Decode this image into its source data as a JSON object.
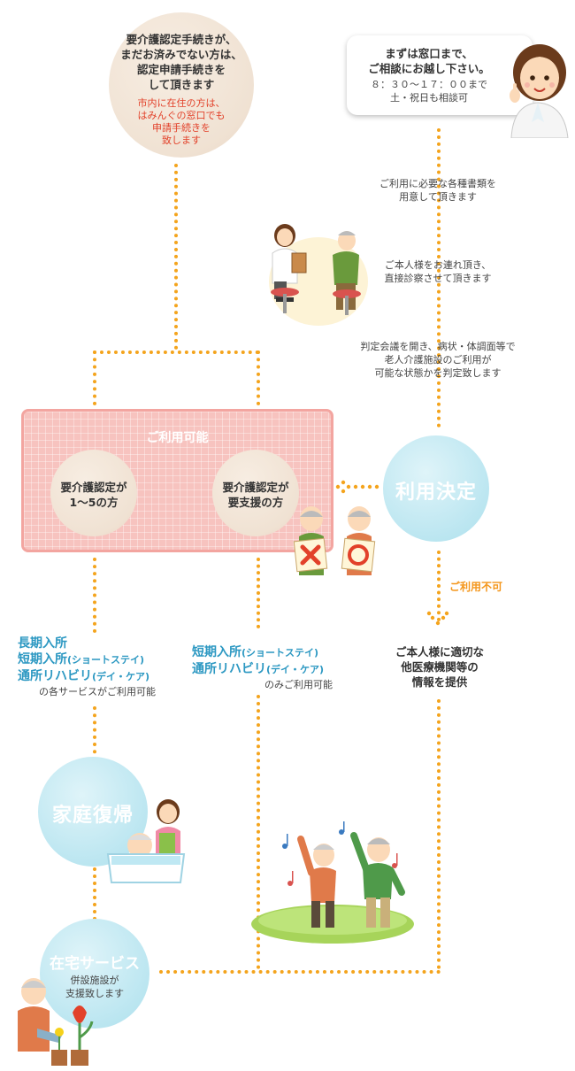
{
  "top_left": {
    "main": [
      "要介護認定手続きが、",
      "まだお済みでない方は、",
      "認定申請手続きを",
      "して頂きます"
    ],
    "sub": [
      "市内に在住の方は、",
      "はみんぐの窓口でも",
      "申請手続きを",
      "致します"
    ]
  },
  "top_right": {
    "main": [
      "まずは窓口まで、",
      "ご相談にお越し下さい。"
    ],
    "hours": "８：３０〜１７：００まで",
    "holidays": "土・祝日も相談可"
  },
  "steps": {
    "documents": [
      "ご利用に必要な各種書類を",
      "用意して頂きます"
    ],
    "exam": [
      "ご本人様をお連れ頂き、",
      "直接診察させて頂きます"
    ],
    "judgement": [
      "判定会議を開き、病状・体調面等で",
      "老人介護施設のご利用が",
      "可能な状態かを判定致します"
    ]
  },
  "available_box": {
    "title": "ご利用可能",
    "left_circle": [
      "要介護認定が",
      "1〜5の方"
    ],
    "right_circle": [
      "要介護認定が",
      "要支援の方"
    ]
  },
  "decision": "利用決定",
  "not_available": "ご利用不可",
  "referral": [
    "ご本人様に適切な",
    "他医療機関等の",
    "情報を提供"
  ],
  "left_services": {
    "items": [
      {
        "main": "長期入所",
        "sub": ""
      },
      {
        "main": "短期入所",
        "sub": "(ショートステイ)"
      },
      {
        "main": "通所リハビリ",
        "sub": "(デイ・ケア)"
      }
    ],
    "note": "の各サービスがご利用可能"
  },
  "right_services": {
    "items": [
      {
        "main": "短期入所",
        "sub": "(ショートステイ)"
      },
      {
        "main": "通所リハビリ",
        "sub": "(デイ・ケア)"
      }
    ],
    "note": "のみご利用可能"
  },
  "return_home": "家庭復帰",
  "home_service": {
    "title": "在宅サービス",
    "sub": [
      "併設施設が",
      "支援致します"
    ]
  },
  "colors": {
    "accent_orange": "#f4a41d",
    "blue_text": "#2c98c2",
    "red_text": "#e2412a",
    "pink_box": "#f7c3bf",
    "bubble_blue": "#b9e5f0",
    "bubble_beige": "#f0e2d3"
  },
  "icons": [
    "cross-mark-icon",
    "circle-mark-icon",
    "music-note-icon",
    "tulip-icon"
  ]
}
